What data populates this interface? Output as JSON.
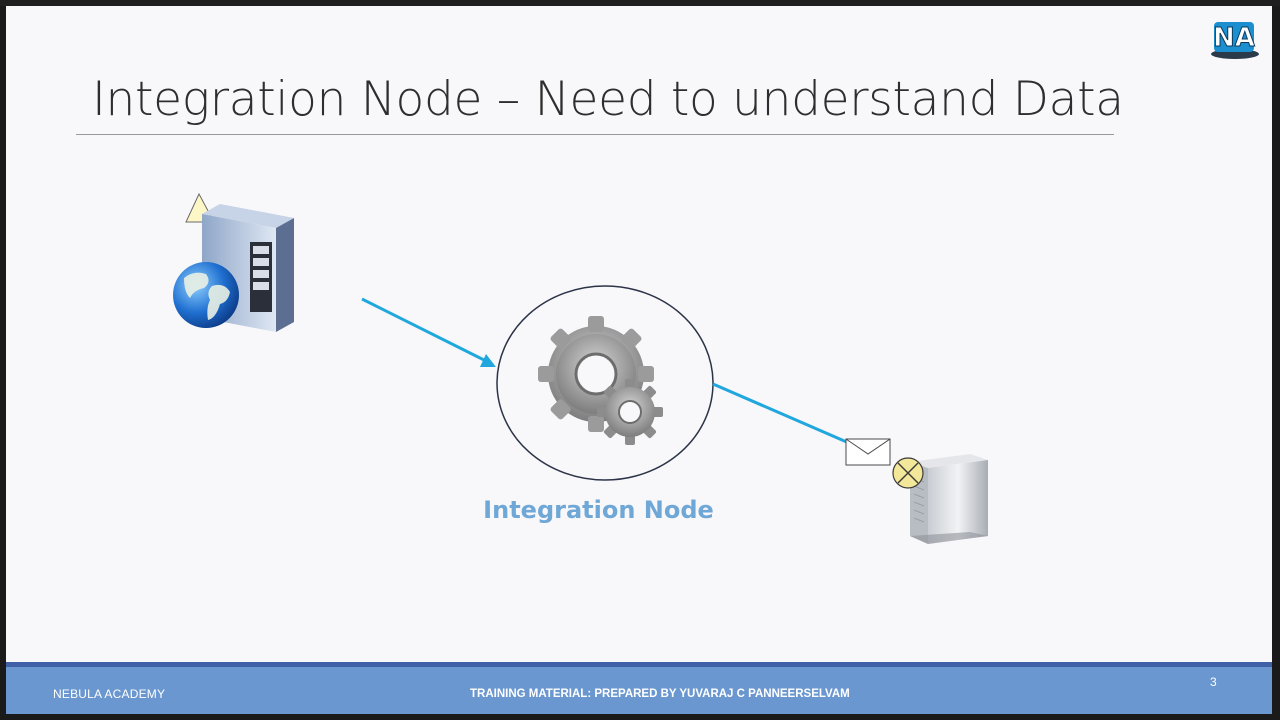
{
  "slide": {
    "title": "Integration Node – Need to understand Data",
    "page_number": "3"
  },
  "diagram": {
    "node_label": "Integration Node",
    "nodes": [
      {
        "id": "source-web-server",
        "icon": "web-server-globe-icon"
      },
      {
        "id": "integration-node",
        "icon": "gears-icon"
      },
      {
        "id": "target-server",
        "icon": "server-tower-icon"
      }
    ],
    "connectors": [
      {
        "from": "source-web-server",
        "to": "integration-node",
        "style": "arrow"
      },
      {
        "from": "integration-node",
        "to": "target-server",
        "style": "line-with-message"
      }
    ],
    "accent_color": "#1fa7de"
  },
  "footer": {
    "left_text": "NEBULA ACADEMY",
    "center_text": "TRAINING MATERIAL: PREPARED BY YUVARAJ C PANNEERSELVAM"
  },
  "logo": {
    "text": "NA",
    "icon": "nebula-academy-logo-icon"
  }
}
